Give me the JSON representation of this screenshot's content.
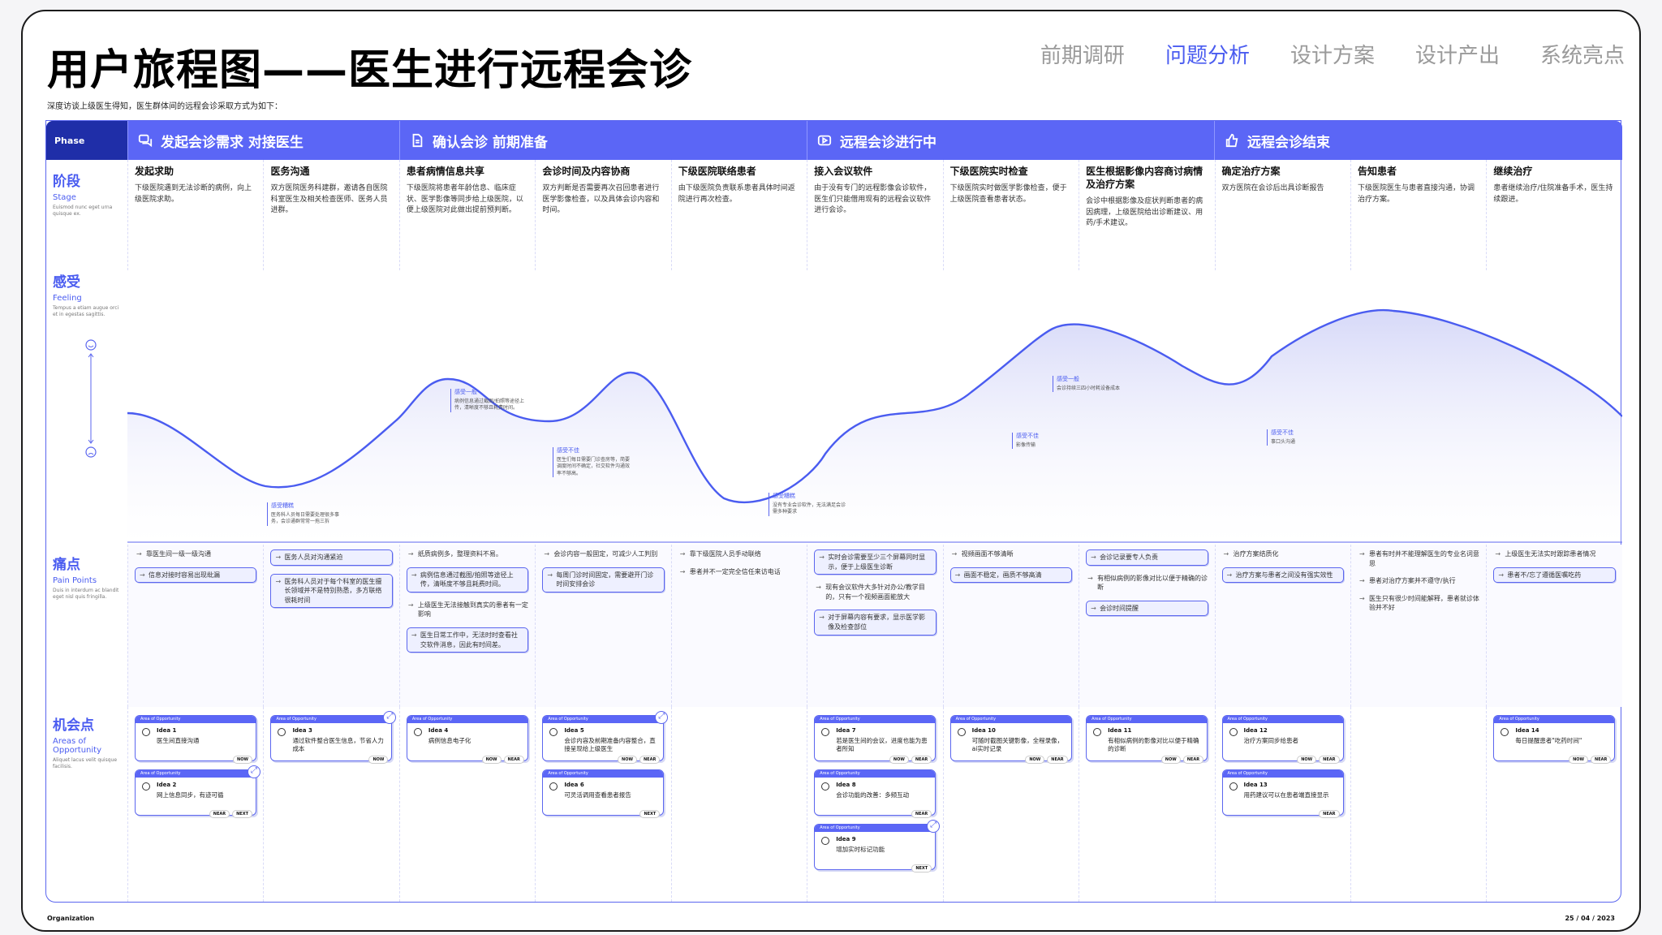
{
  "title": "用户旅程图——医生进行远程会诊",
  "subtitle": "深度访谈上级医生得知，医生群体间的远程会诊采取方式为如下：",
  "nav": [
    "前期调研",
    "问题分析",
    "设计方案",
    "设计产出",
    "系统亮点"
  ],
  "nav_active": 1,
  "phase_label": "Phase",
  "phases": [
    {
      "label": "发起会诊需求 对接医生",
      "icon": "chat-icon",
      "span": 2
    },
    {
      "label": "确认会诊 前期准备",
      "icon": "document-icon",
      "span": 3
    },
    {
      "label": "远程会诊进行中",
      "icon": "video-icon",
      "span": 3
    },
    {
      "label": "远程会诊结束",
      "icon": "thumbs-up-icon",
      "span": 3
    }
  ],
  "rows": {
    "stage": {
      "cn": "阶段",
      "en": "Stage",
      "lorem": "Euismod nunc eget urna quisque ex."
    },
    "feeling": {
      "cn": "感受",
      "en": "Feeling",
      "lorem": "Tempus a etiam augue orci et in egestas sagittis."
    },
    "pain": {
      "cn": "痛点",
      "en": "Pain Points",
      "lorem": "Duis in interdum ac blandit eget nisl quis fringilla."
    },
    "opportunity": {
      "cn": "机会点",
      "en": "Areas of Opportunity",
      "lorem": "Aliquet lacus velit quisque facilisis."
    }
  },
  "stages": [
    {
      "title": "发起求助",
      "desc": "下级医院遇到无法诊断的病例，向上级医院求助。"
    },
    {
      "title": "医务沟通",
      "desc": "双方医院医务科建群，邀请各自医院科室医生及相关检查医师、医务人员进群。"
    },
    {
      "title": "患者病情信息共享",
      "desc": "下级医院将患者年龄信息、临床症状、医学影像等同步给上级医院，以便上级医院对此做出提前预判断。"
    },
    {
      "title": "会诊时间及内容协商",
      "desc": "双方判断是否需要再次召回患者进行医学影像检查，以及具体会诊内容和时间。"
    },
    {
      "title": "下级医院联络患者",
      "desc": "由下级医院负责联系患者具体时间返院进行再次检查。"
    },
    {
      "title": "接入会议软件",
      "desc": "由于没有专门的远程影像会诊软件，医生们只能借用现有的远程会议软件进行会诊。"
    },
    {
      "title": "下级医院实时检查",
      "desc": "下级医院实时做医学影像检查，便于上级医院查看患者状态。"
    },
    {
      "title": "医生根据影像内容商讨病情及治疗方案",
      "desc": "会诊中根据影像及症状判断患者的病因病理，上级医院给出诊断建议、用药/手术建议。"
    },
    {
      "title": "确定治疗方案",
      "desc": "双方医院在会诊后出具诊断报告"
    },
    {
      "title": "告知患者",
      "desc": "下级医院医生与患者直接沟通，协调治疗方案。"
    },
    {
      "title": "继续治疗",
      "desc": "患者继续治疗/住院准备手术，医生持续跟进。"
    }
  ],
  "feelings": [
    {
      "title": "感受糟糕",
      "desc": "医务科人员每日需要处理很多事务，会诊通群常常一拖三拆"
    },
    {
      "title": "感受一般",
      "desc": "病例信息通过截图/拍照等途径上传，清晰度不够且耗费时间。"
    },
    {
      "title": "感受不佳",
      "desc": "医生们每日需要门诊查房等，简要调度时间不确定，社交软件沟通效率不够高。"
    },
    {
      "title": "感受糟糕",
      "desc": "没有专业会诊软件，无法满足会诊需多种要求"
    },
    {
      "title": "感受不佳",
      "desc": "影像传输"
    },
    {
      "title": "感受一般",
      "desc": "会诊持续三四小时耗设备成本"
    },
    {
      "title": "感受不佳",
      "desc": "事口头沟通"
    }
  ],
  "pains": [
    [
      {
        "text": "靠医生间一级一级沟通",
        "box": false
      },
      {
        "text": "信息对接时容易出现纰漏",
        "box": true
      }
    ],
    [
      {
        "text": "医务人员对沟通紧迫",
        "box": true
      },
      {
        "text": "医务科人员对于每个科室的医生擅长领域并不是特别熟悉，多方联络很耗时间",
        "box": true
      }
    ],
    [
      {
        "text": "纸质病例多，整理资料不易。",
        "box": false
      },
      {
        "text": "病例信息通过截图/拍照等途径上传，清晰度不够且耗费时间。",
        "box": true
      },
      {
        "text": "上级医生无法接触到真实的患者有一定影响",
        "box": false
      },
      {
        "text": "医生日常工作中，无法时时查看社交软件消息，因此有时间差。",
        "box": true
      }
    ],
    [
      {
        "text": "会诊内容一般固定，可减少人工判别",
        "box": false
      },
      {
        "text": "每周门诊时间固定，需要避开门诊时间安排会诊",
        "box": true
      }
    ],
    [
      {
        "text": "靠下级医院人员手动联络",
        "box": false
      },
      {
        "text": "患者并不一定完全信任来访电话",
        "box": false
      }
    ],
    [
      {
        "text": "实时会诊需要至少三个屏幕同时显示，便于上级医生诊断",
        "box": true
      },
      {
        "text": "现有会议软件大多针对办公/教学目的，只有一个视频画面能放大",
        "box": false
      },
      {
        "text": "对于屏幕内容有要求，显示医学影像及检查部位",
        "box": true
      }
    ],
    [
      {
        "text": "视频画面不够清晰",
        "box": false
      },
      {
        "text": "画面不稳定，画质不够高清",
        "box": true
      }
    ],
    [
      {
        "text": "会诊记录要专人负责",
        "box": true
      },
      {
        "text": "有相似病例的影像对比以便于精确的诊断",
        "box": false
      },
      {
        "text": "会诊时间提醒",
        "box": true
      }
    ],
    [
      {
        "text": "治疗方案结质化",
        "box": false
      },
      {
        "text": "治疗方案与患者之间没有强实效性",
        "box": true
      }
    ],
    [
      {
        "text": "患者有时并不能理解医生的专业名词意思",
        "box": false
      },
      {
        "text": "患者对治疗方案并不遵守/执行",
        "box": false
      },
      {
        "text": "医生只有很少时间能解释，患者就诊体验并不好",
        "box": false
      }
    ],
    [
      {
        "text": "上级医生无法实时跟踪患者情况",
        "box": false
      },
      {
        "text": "患者不/忘了遵循医嘱吃药",
        "box": true
      }
    ]
  ],
  "opportunity_header": "Area of Opportunity",
  "opportunities": [
    [
      {
        "id": "Idea 1",
        "text": "医生间直接沟通",
        "tags": [
          "NOW"
        ],
        "expand": false
      },
      {
        "id": "Idea 2",
        "text": "网上信息同步，有迹可循",
        "tags": [
          "NEAR",
          "NEXT"
        ],
        "expand": true
      }
    ],
    [
      {
        "id": "Idea 3",
        "text": "通过软件整合医生信息，节省人力成本",
        "tags": [
          "NOW"
        ],
        "expand": true
      }
    ],
    [
      {
        "id": "Idea 4",
        "text": "病例信息电子化",
        "tags": [
          "NOW",
          "NEAR"
        ],
        "expand": false
      }
    ],
    [
      {
        "id": "Idea 5",
        "text": "会诊内容及前期准备内容整合，直接呈现给上级医生",
        "tags": [
          "NOW",
          "NEAR"
        ],
        "expand": true
      },
      {
        "id": "Idea 6",
        "text": "可灵活调用查看患者报告",
        "tags": [
          "NEXT"
        ],
        "expand": false
      }
    ],
    [],
    [
      {
        "id": "Idea 7",
        "text": "若是医生间的会议，进度也能为患者所知",
        "tags": [
          "NOW",
          "NEAR"
        ],
        "expand": false
      },
      {
        "id": "Idea 8",
        "text": "会诊功能的改善：多频互动",
        "tags": [
          "NEAR"
        ],
        "expand": false
      },
      {
        "id": "Idea 9",
        "text": "增加实时标记功能",
        "tags": [
          "NEXT"
        ],
        "expand": true
      }
    ],
    [
      {
        "id": "Idea 10",
        "text": "可随时截图关键影像，全程录像，ai实时记录",
        "tags": [
          "NOW",
          "NEAR"
        ],
        "expand": false
      }
    ],
    [
      {
        "id": "Idea 11",
        "text": "有相似病例的影像对比以便于精确的诊断",
        "tags": [
          "NOW",
          "NEAR"
        ],
        "expand": false
      }
    ],
    [
      {
        "id": "Idea 12",
        "text": "治疗方案同步给患者",
        "tags": [
          "NOW",
          "NEAR"
        ],
        "expand": false
      },
      {
        "id": "Idea 13",
        "text": "用药建议可以在患者端直接显示",
        "tags": [
          "NEAR"
        ],
        "expand": false
      }
    ],
    [],
    [
      {
        "id": "Idea 14",
        "text": "每日提醒患者\"吃药时间\"",
        "tags": [
          "NOW",
          "NEAR"
        ],
        "expand": false
      }
    ]
  ],
  "footer": {
    "org": "Organization",
    "date": "25 / 04 / 2023"
  },
  "colors": {
    "accent": "#5b66f6",
    "accent_dark": "#1f2ea8",
    "text": "#111111"
  }
}
